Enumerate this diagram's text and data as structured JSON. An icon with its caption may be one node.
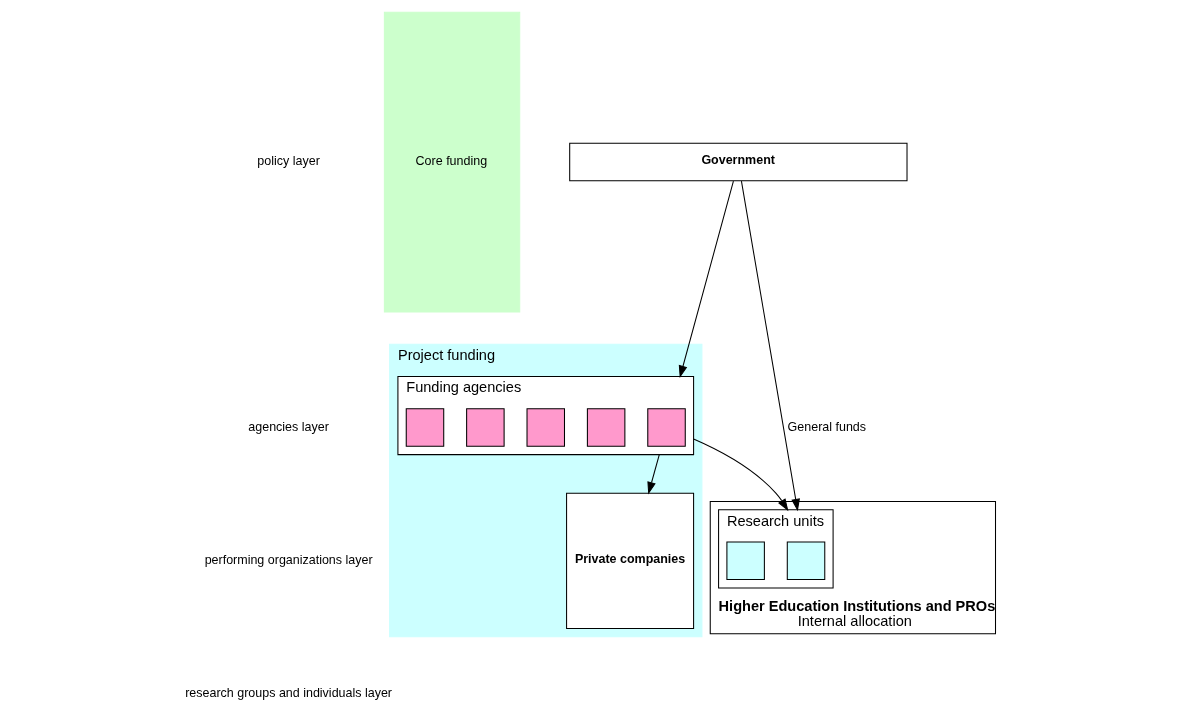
{
  "diagram": {
    "nodes": [
      {
        "text": [
          "Core funding"
        ]
      },
      {
        "text": [
          "Project funding"
        ]
      },
      {
        "text": [
          "Government"
        ]
      },
      {
        "text": [
          "Funding agencies"
        ],
        "in": 1
      },
      {
        "text": [],
        "shape": "box",
        "in": 3
      },
      {
        "text": [],
        "shape": "box",
        "in": 3
      },
      {
        "text": [],
        "shape": "box",
        "in": 3
      },
      {
        "text": [],
        "shape": "box",
        "in": 3
      },
      {
        "text": [],
        "shape": "box",
        "in": 3
      },
      {
        "text": [
          "Higher Education Institutions and PROs",
          "Internal allocation"
        ]
      },
      {
        "text": [
          "Research units"
        ],
        "in": 9
      },
      {
        "text": [],
        "shape": "box",
        "in": 10
      },
      {
        "text": [],
        "shape": "box",
        "in": 10
      },
      {
        "text": [
          "Private companies"
        ],
        "in": 1
      }
    ],
    "edges": [
      {
        "from": 2,
        "to": 3,
        "arrow": "to"
      },
      {
        "from": 2,
        "to": 10,
        "arrow": "to",
        "label": "General funds"
      },
      {
        "from": 3,
        "to": 10,
        "arrow": "to"
      },
      {
        "from": 3,
        "to": 13,
        "arrow": "to"
      }
    ],
    "labels": [
      "policy layer",
      "agencies layer",
      "performing organizations layer",
      "research groups and individuals layer"
    ]
  }
}
